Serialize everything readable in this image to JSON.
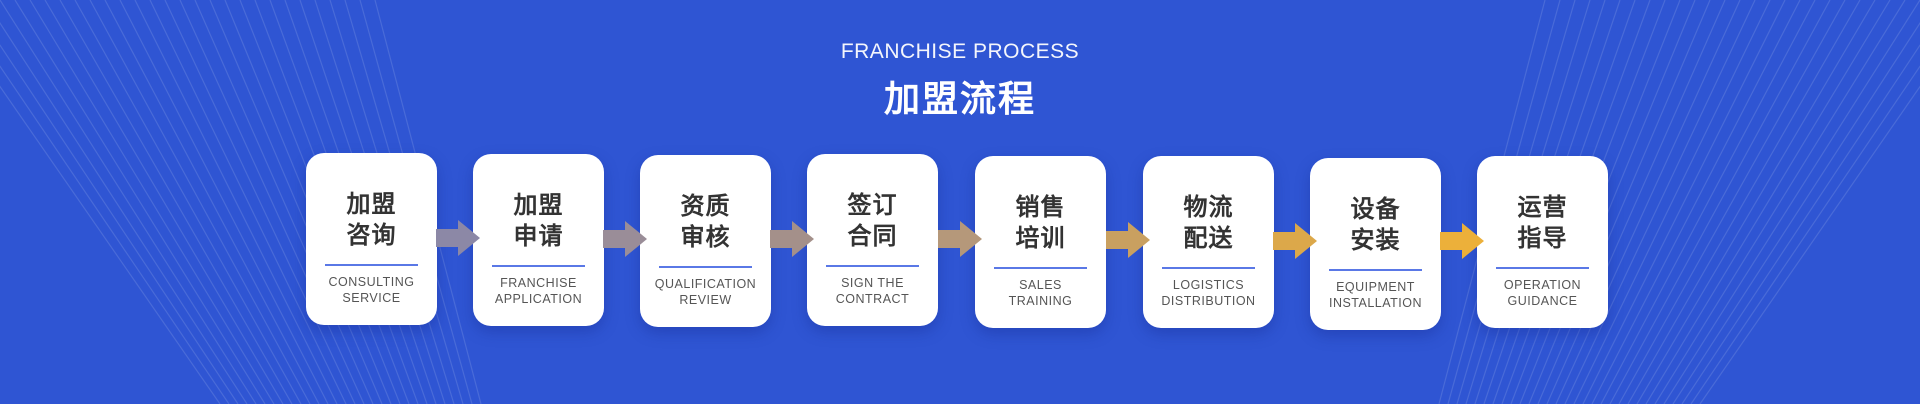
{
  "header": {
    "subtitle": "FRANCHISE PROCESS",
    "title": "加盟流程"
  },
  "steps": [
    {
      "zh": "加盟咨询",
      "en_line1": "CONSULTING",
      "en_line2": "SERVICE"
    },
    {
      "zh": "加盟申请",
      "en_line1": "FRANCHISE",
      "en_line2": "APPLICATION"
    },
    {
      "zh": "资质审核",
      "en_line1": "QUALIFICATION",
      "en_line2": "REVIEW"
    },
    {
      "zh": "签订合同",
      "en_line1": "SIGN THE",
      "en_line2": "CONTRACT"
    },
    {
      "zh": "销售培训",
      "en_line1": "SALES",
      "en_line2": "TRAINING"
    },
    {
      "zh": "物流配送",
      "en_line1": "LOGISTICS",
      "en_line2": "DISTRIBUTION"
    },
    {
      "zh": "设备安装",
      "en_line1": "EQUIPMENT",
      "en_line2": "INSTALLATION"
    },
    {
      "zh": "运营指导",
      "en_line1": "OPERATION",
      "en_line2": "GUIDANCE"
    }
  ],
  "colors": {
    "background": "#2f55d3",
    "card": "#ffffff",
    "divider": "#5a78e6",
    "arrows": [
      "#8c88a6",
      "#9a8d98",
      "#a4908a",
      "#b5987a",
      "#c9a060",
      "#dca84a",
      "#ecb03a"
    ]
  },
  "icons": [
    "arrow-right-icon"
  ]
}
